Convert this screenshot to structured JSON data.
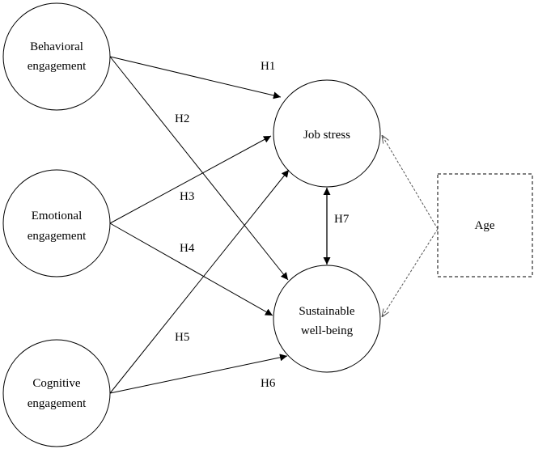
{
  "nodes": {
    "behavioral": {
      "line1": "Behavioral",
      "line2": "engagement"
    },
    "emotional": {
      "line1": "Emotional",
      "line2": "engagement"
    },
    "cognitive": {
      "line1": "Cognitive",
      "line2": "engagement"
    },
    "job_stress": {
      "line1": "Job stress"
    },
    "wellbeing": {
      "line1": "Sustainable",
      "line2": "well-being"
    },
    "age": {
      "line1": "Age"
    }
  },
  "hypotheses": {
    "h1": "H1",
    "h2": "H2",
    "h3": "H3",
    "h4": "H4",
    "h5": "H5",
    "h6": "H6",
    "h7": "H7"
  },
  "colors": {
    "stroke": "#000000",
    "moderator_stroke": "#555555"
  }
}
